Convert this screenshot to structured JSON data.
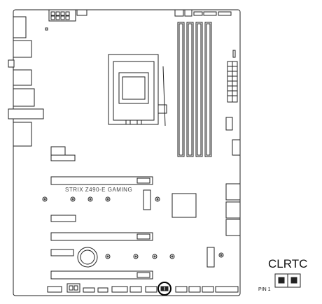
{
  "board": {
    "model_label": "STRIX Z490-E GAMING"
  },
  "callout": {
    "header_name": "CLRTC",
    "pin_label": "PIN 1",
    "pin_count": 2
  },
  "colors": {
    "outline": "#222222",
    "highlight": "#000000",
    "component_fill": "#d9d9d9"
  }
}
